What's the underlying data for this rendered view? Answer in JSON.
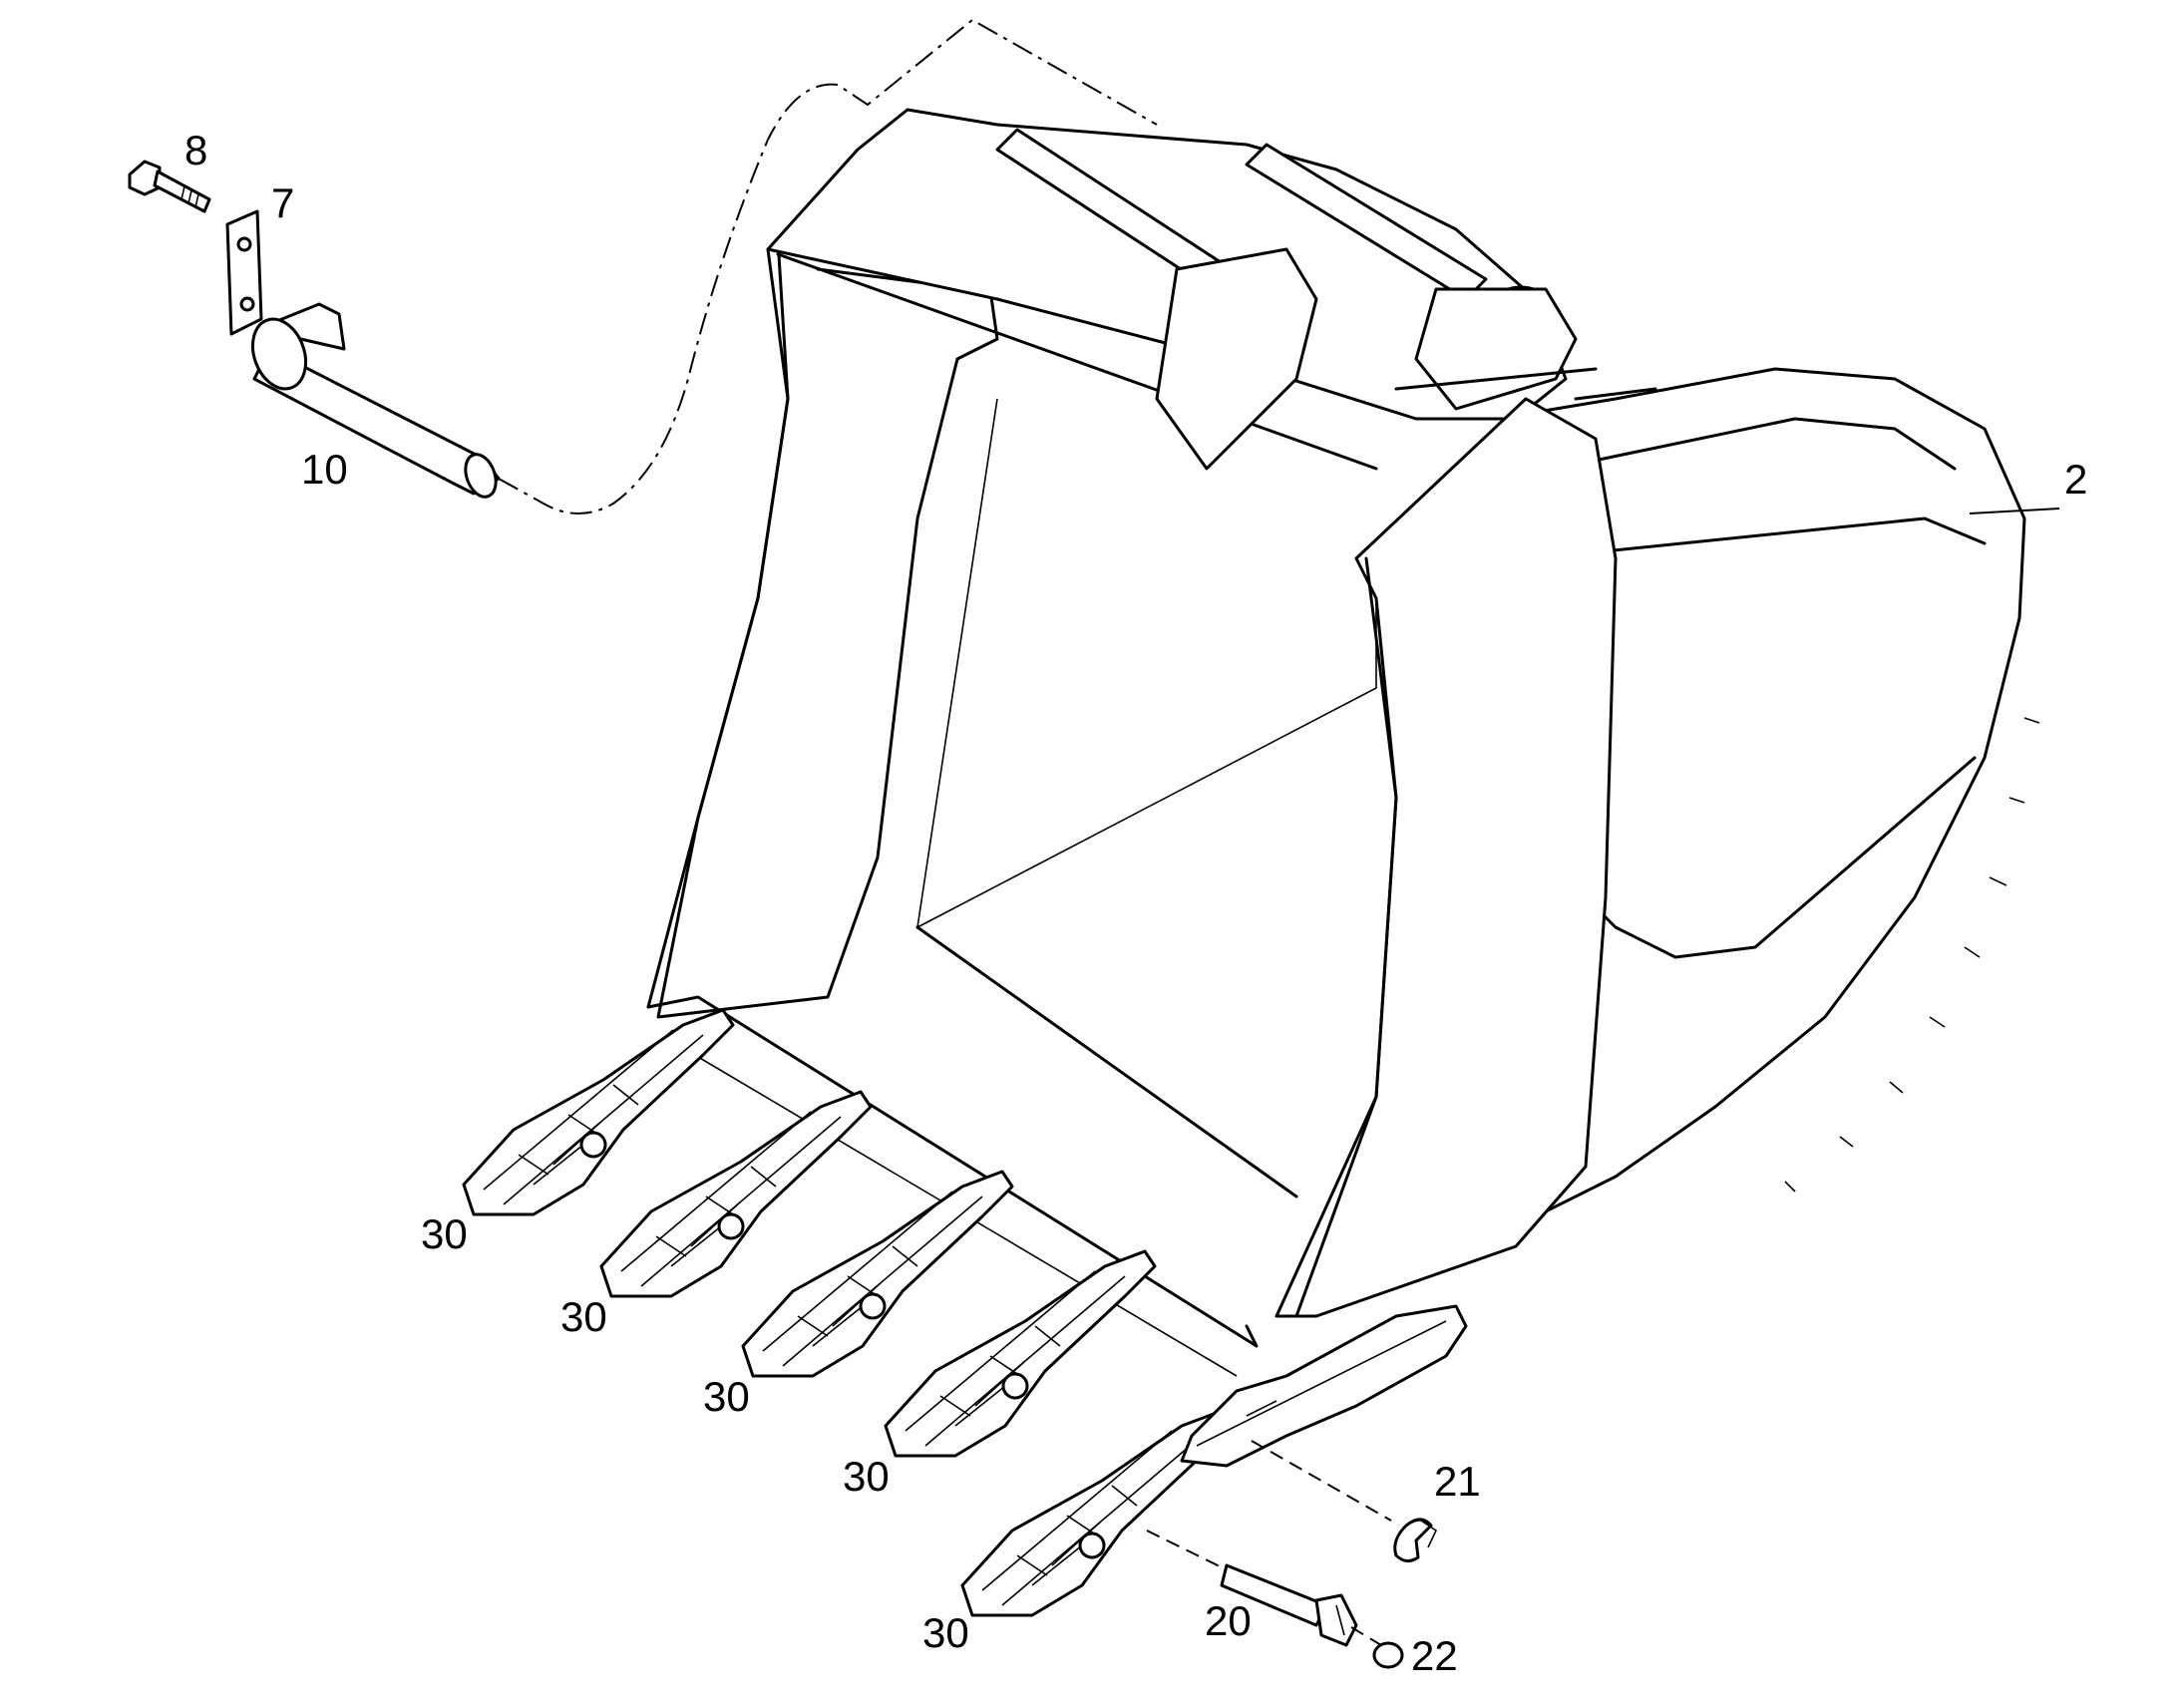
{
  "diagram": {
    "callouts": {
      "c8": "8",
      "c7": "7",
      "c10": "10",
      "c2": "2",
      "c21": "21",
      "c20": "20",
      "c22": "22",
      "c30a": "30",
      "c30b": "30",
      "c30c": "30",
      "c30d": "30",
      "c30e": "30"
    }
  }
}
